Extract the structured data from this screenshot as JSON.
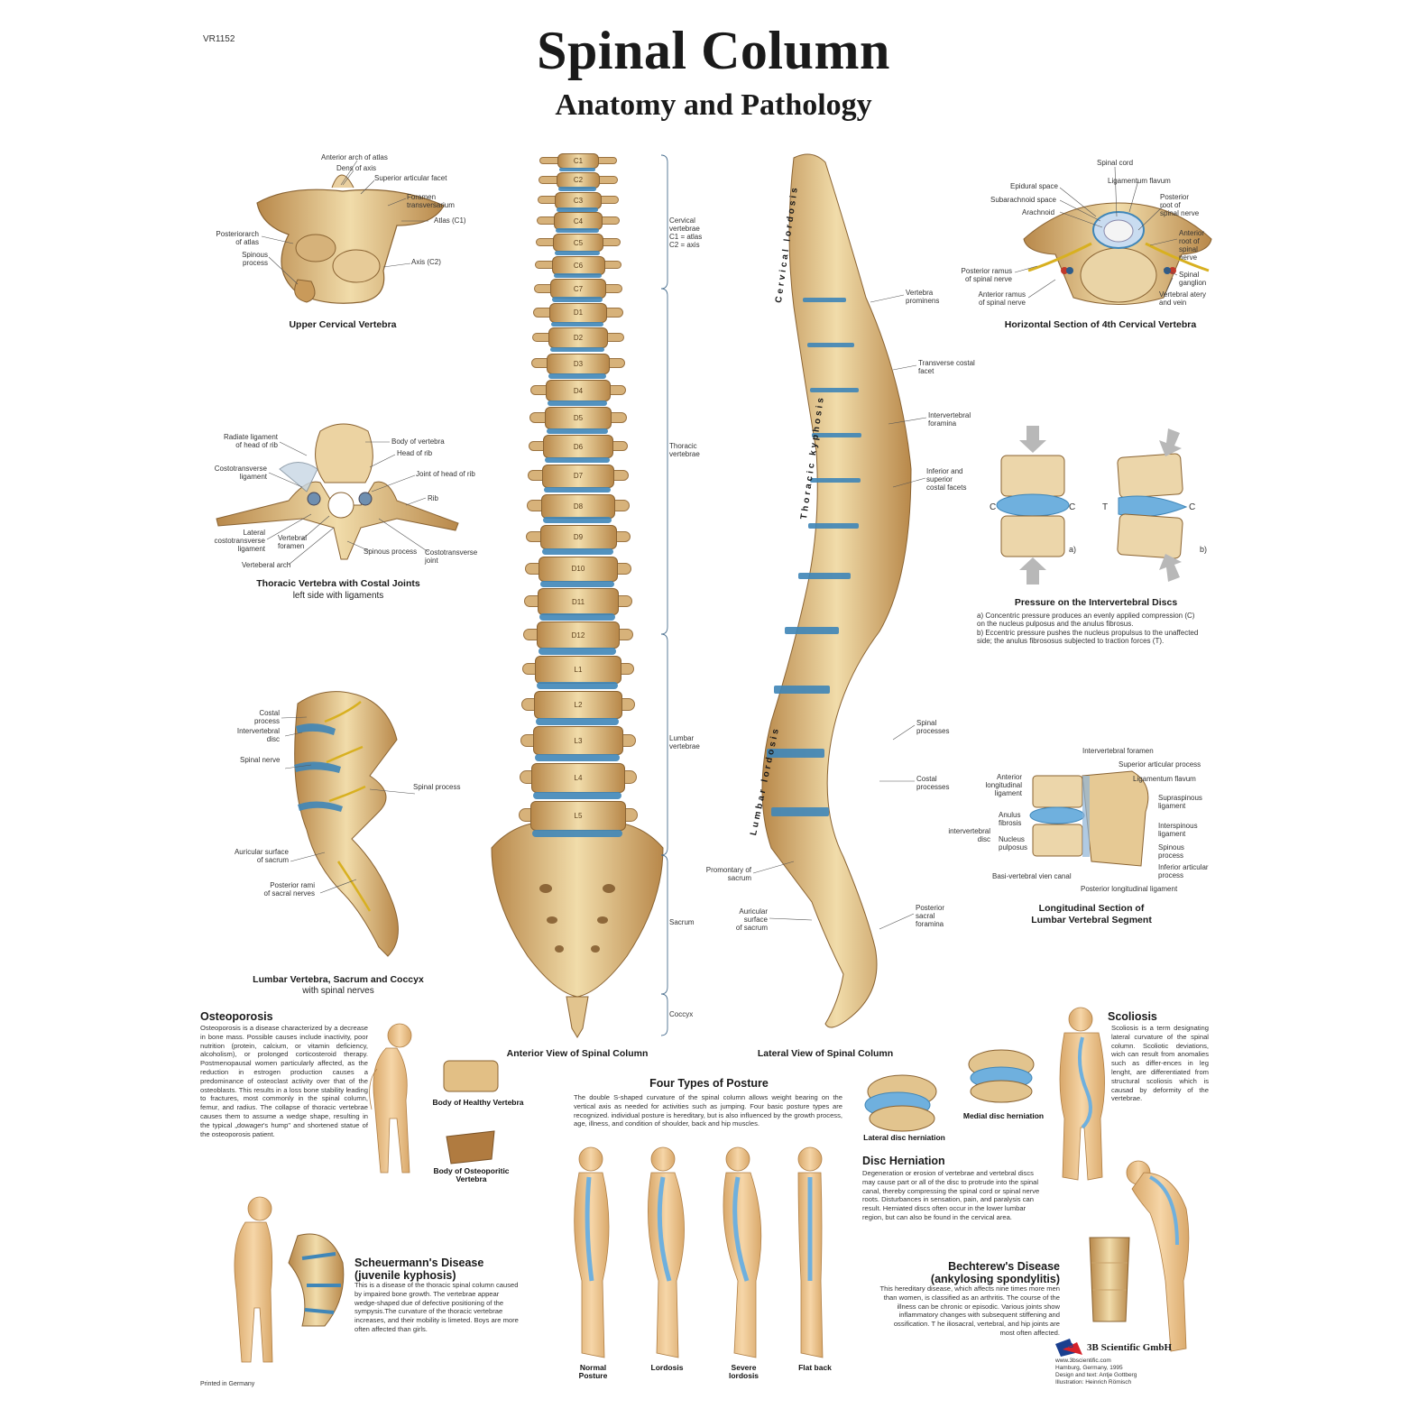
{
  "code": "VR1152",
  "title": "Spinal Column",
  "subtitle": "Anatomy and Pathology",
  "colors": {
    "bone": "#e2c48e",
    "bone_dark": "#b8884a",
    "disc": "#3f86b8",
    "skin": "#efc690",
    "ink": "#1a1a1a"
  },
  "upper_cervical": {
    "caption": "Upper Cervical Vertebra",
    "labels": [
      "Anterior arch of atlas",
      "Dens of axis",
      "Superior articular facet",
      "Foramen\ntransversarium",
      "Atlas (C1)",
      "Posteriorarch\nof atlas",
      "Spinous\nprocess",
      "Axis (C2)"
    ]
  },
  "thoracic_vertebra": {
    "caption": "Thoracic Vertebra with Costal Joints",
    "sub": "left side with ligaments",
    "labels": [
      "Radiate ligament\nof head of rib",
      "Body of vertebra",
      "Head of rib",
      "Costotransverse\nligament",
      "Joint of head of rib",
      "Rib",
      "Lateral\ncostotransverse\nligament",
      "Vertebral\nforamen",
      "Spinous process",
      "Costotransverse\njoint",
      "Verteberal arch"
    ]
  },
  "lumbar_sacrum": {
    "caption": "Lumbar Vertebra, Sacrum and Coccyx",
    "sub": "with spinal nerves",
    "labels": [
      "Costal\nprocess",
      "Intervertebral\ndisc",
      "Spinal nerve",
      "Spinal process",
      "Auricular surface\nof sacrum",
      "Posterior rami\nof sacral nerves"
    ]
  },
  "anterior_view": {
    "caption": "Anterior View of Spinal Column",
    "vertebrae": [
      "C1",
      "C2",
      "C3",
      "C4",
      "C5",
      "C6",
      "C7",
      "D1",
      "D2",
      "D3",
      "D4",
      "D5",
      "D6",
      "D7",
      "D8",
      "D9",
      "D10",
      "D11",
      "D12",
      "L1",
      "L2",
      "L3",
      "L4",
      "L5"
    ],
    "regions": [
      "Cervical\nvertebrae\nC1 = atlas\nC2 = axis",
      "Thoracic\nvertebrae",
      "Lumbar\nvertebrae",
      "Sacrum",
      "Coccyx"
    ]
  },
  "lateral_view": {
    "caption": "Lateral View of Spinal Column",
    "curves": [
      "Cervical lordosis",
      "Thoracic kyphosis",
      "Lumbar lordosis"
    ],
    "labels": [
      "Vertebra\nprominens",
      "Transverse costal\nfacet",
      "Intervertebral\nforamina",
      "Inferior and\nsuperior\ncostal facets",
      "Spinal\nprocesses",
      "Costal\nprocesses",
      "Promontary of\nsacrum",
      "Posterior\nsacral\nforamina",
      "Auricular\nsurface\nof sacrum"
    ]
  },
  "horizontal_section": {
    "caption": "Horizontal Section of 4th Cervical Vertebra",
    "labels": [
      "Spinal cord",
      "Epidural space",
      "Ligamentum flavum",
      "Subarachnoid space",
      "Posterior\nroot of\nspinal nerve",
      "Arachnoid",
      "Anterior\nroot of\nspinal\nnerve",
      "Posterior ramus\nof spinal nerve",
      "Spinal\nganglion",
      "Anterior ramus\nof spinal nerve",
      "Vertebral atery\nand vein"
    ]
  },
  "pressure": {
    "caption": "Pressure on the Intervertebral Discs",
    "letters": {
      "c": "C",
      "t": "T",
      "a": "a)",
      "b": "b)"
    },
    "text_a": "a) Concentric pressure produces an evenly applied compression (C)\n    on the nucleus pulposus and the anulus fibrosus.",
    "text_b": "b) Eccentric pressure pushes the nucleus propulsus to the unaffected\n    side; the anulus fibrososus subjected to traction forces (T)."
  },
  "longitudinal": {
    "caption": "Longitudinal Section of\nLumbar Vertebral Segment",
    "labels": [
      "Intervertebral foramen",
      "Superior articular process",
      "Anterior\nlongitudinal\nligament",
      "Ligamentum flavum",
      "Supraspinous\nligament",
      "Anulus\nfibrosis",
      "intervertebral\ndisc",
      "Interspinous\nligament",
      "Nucleus\npulposus",
      "Spinous\nprocess",
      "Inferior articular\nprocess",
      "Basi-vertebral vien canal",
      "Posterior longitudinal ligament"
    ]
  },
  "osteoporosis": {
    "title": "Osteoporosis",
    "text": "Osteoporosis is a disease characterized by a decrease in bone mass. Possible causes include inactivity, poor nutrition (protein, calcium, or vitamin deficiency, alcoholism), or prolonged corticosteroid therapy. Postmenopausal women particularly affected, as the reduction in estrogen production causes a predominance of osteoclast activity over that of the osteoblasts. This results in a loss bone stability leading to fractures, most commonly in the spinal column, femur, and radius. The collapse of thoracic vertebrae causes them to assume a wedge shape, resulting in the typical „dowager's hump\" and shortened statue of the osteoporosis patient.",
    "healthy": "Body of Healthy Vertebra",
    "osteo": "Body of Osteoporitic\nVertebra"
  },
  "posture": {
    "title": "Four Types of Posture",
    "text": "The double S-shaped curvature of the spinal column allows weight bearing on the vertical axis as needed for activities such as jumping. Four basic posture types are recognized. individual posture is hereditary, but is also influenced by the growth process, age, illness, and condition of shoulder, back and hip muscles.",
    "types": [
      "Normal\nPosture",
      "Lordosis",
      "Severe\nlordosis",
      "Flat back"
    ]
  },
  "disc_herniation": {
    "title": "Disc Herniation",
    "lateral": "Lateral disc herniation",
    "medial": "Medial disc herniation",
    "text": "Degeneration or erosion of vertebrae and vertebral discs may cause part or all of the disc to protrude into the spinal canal, thereby compressing the spinal cord or spinal nerve roots. Disturbances in sensation, pain, and paralysis can result. Herniated discs often occur in the lower lumbar region, but can also be found in the cervical area."
  },
  "scoliosis": {
    "title": "Scoliosis",
    "text": "Scoliosis is a term designating lateral curvature of the spinal column. Scoliotic deviations, wich can result from anomalies such as differ-ences in leg lenght, are differentiated from structural scoliosis which is causad by deformity of the vertebrae."
  },
  "scheuermann": {
    "title": "Scheuermann's Disease\n(juvenile kyphosis)",
    "text": "This is a disease of the thoracic spinal column caused by impaired bone growth. The vertebrae appear wedge-shaped due of defective positioning of the sympysis.The curvature of the thoracic vertebrae increases, and their mobility is limeted. Boys are more often affected than girls."
  },
  "bechterew": {
    "title": "Bechterew's Disease\n(ankylosing spondylitis)",
    "text": "This hereditary disease, which affects nine times more men than women, is classified as an arthritis. The course of the illness can be chronic or episodic. Various joints show inflammatory changes with subsequent stiffening and ossification. T he iliosacral, vertebral, and hip joints are most often affected."
  },
  "footer": {
    "printed": "Printed in Germany",
    "logo_mark": "3B",
    "brand": "3B Scientific GmbH",
    "credits": "www.3bscientific.com\nHamburg, Germany, 1995\nDesign and text: Antje Gottberg\nIllustration: Heinrich Römisch"
  }
}
